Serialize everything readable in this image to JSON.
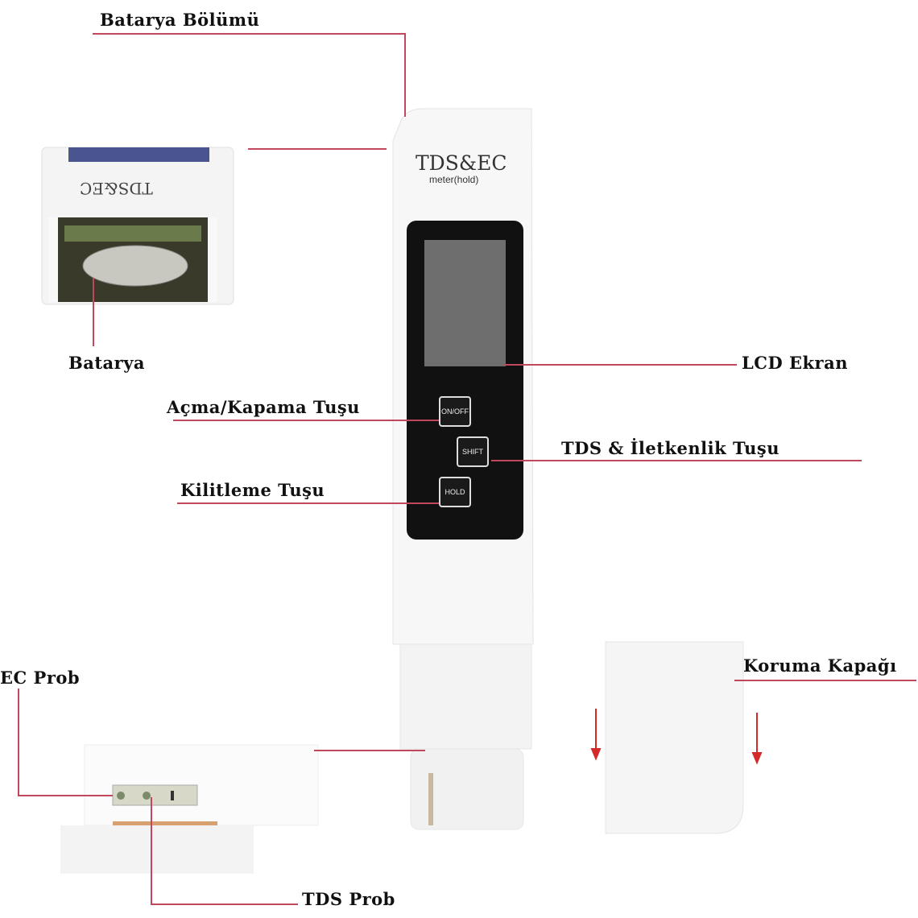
{
  "device": {
    "brand": "TDS&EC",
    "subtitle": "meter(hold)",
    "buttons": [
      "ON/OFF",
      "SHIFT",
      "HOLD"
    ]
  },
  "battery_image": {
    "printed_text": "TDS&EC"
  },
  "labels": {
    "battery_compartment": "Batarya Bölümü",
    "battery": "Batarya",
    "lcd": "LCD Ekran",
    "power": "Açma/Kapama Tuşu",
    "tds_ec_key": "TDS & İletkenlik Tuşu",
    "lock": "Kilitleme Tuşu",
    "cap": "Koruma Kapağı",
    "ec_probe": "EC Prob",
    "tds_probe": "TDS Prob"
  },
  "colors": {
    "leader": "#c0485a",
    "arrow": "#d42a2a",
    "panel": "#111111"
  }
}
